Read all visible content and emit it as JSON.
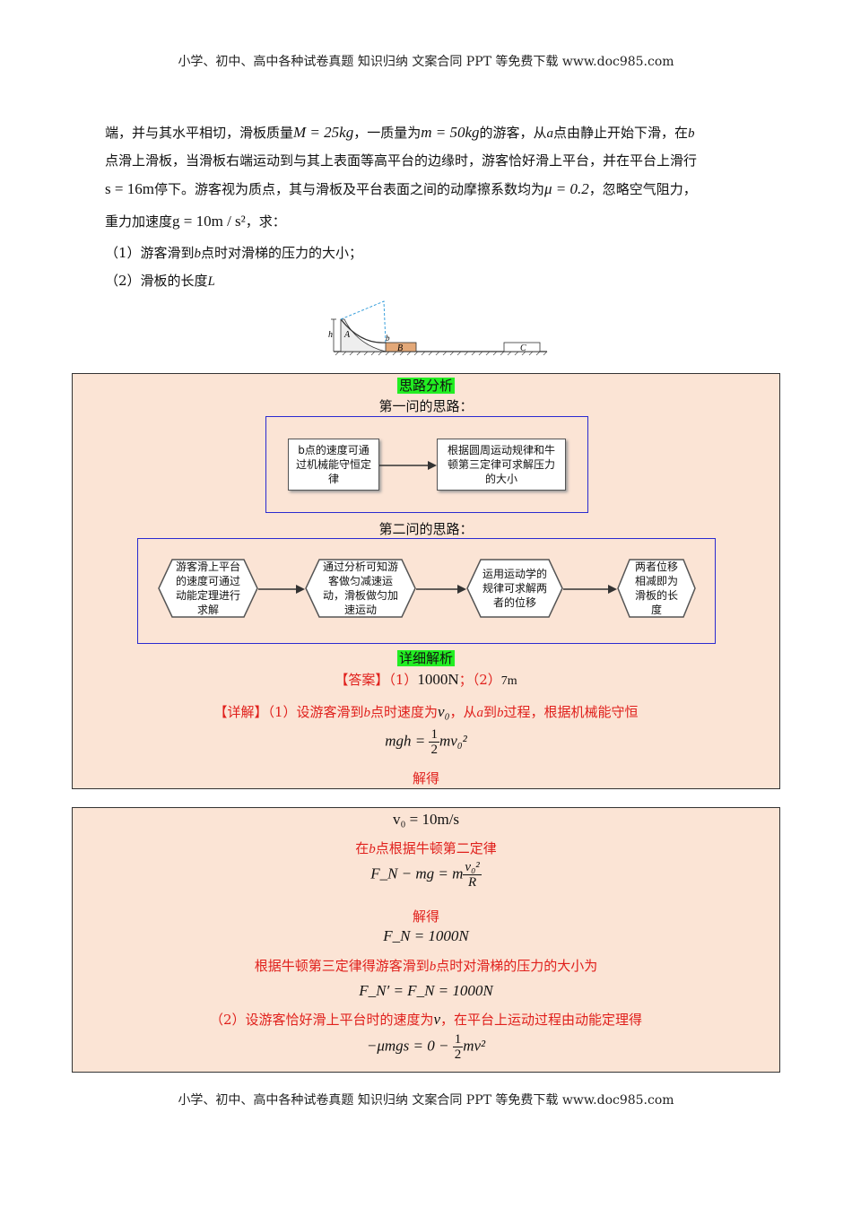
{
  "header_text": "小学、初中、高中各种试卷真题 知识归纳 文案合同 PPT 等免费下载   www.doc985.com",
  "footer_text": "小学、初中、高中各种试卷真题 知识归纳 文案合同 PPT 等免费下载   www.doc985.com",
  "problem": {
    "l1a": "端，并与其水平相切，滑板质量",
    "mass_M": "M = 25kg",
    "l1b": "，一质量为",
    "mass_m": "m = 50kg",
    "l1c": "的游客，从",
    "pt_a": "a",
    "l1d": "点由静止开始下滑，在",
    "pt_b": "b",
    "l2": "点滑上滑板，当滑板右端运动到与其上表面等高平台的边缘时，游客恰好滑上平台，并在平台上滑行",
    "dist_s": "s = 16m",
    "l3a": "停下。游客视为质点，其与滑板及平台表面之间的动摩擦系数均为",
    "mu": "μ = 0.2",
    "l3b": "，忽略空气阻力，",
    "l4a": "重力加速度",
    "grav": "g = 10m / s²",
    "l4b": "，求：",
    "q1a": "（1）游客滑到",
    "q1b": "点时对滑梯的压力的大小；",
    "q2a": "（2）滑板的长度",
    "q2var": "L"
  },
  "figure": {
    "label_h": "h",
    "label_A": "A",
    "label_b": "b",
    "label_B": "B",
    "label_C": "C"
  },
  "analysis": {
    "title": "思路分析",
    "q1_heading": "第一问的思路：",
    "q1_box1": "b点的速度可通过机械能守恒定律",
    "q1_box2": "根据圆周运动规律和牛顿第三定律可求解压力的大小",
    "q2_heading": "第二问的思路：",
    "q2_box1": "游客滑上平台的速度可通过动能定理进行求解",
    "q2_box2": "通过分析可知游客做匀减速运动，滑板做匀加速运动",
    "q2_box3": "运用运动学的规律可求解两者的位移",
    "q2_box4": "两者位移相减即为滑板的长度"
  },
  "solution": {
    "title": "详细解析",
    "answer_label": "【答案】",
    "answer_1_label": "（1）",
    "answer_1": "1000N",
    "answer_sep": "；",
    "answer_2_label": "（2）",
    "answer_2": "7m",
    "detail_label": "【详解】",
    "detail_a": "（1）设游客滑到",
    "detail_b": "点时速度为",
    "v0": "v₀",
    "detail_c": "，从",
    "detail_d": "到",
    "detail_e": "过程，根据机械能守恒",
    "eq1_lhs": "mgh = ",
    "eq1_rhs": "mv₀²",
    "frac_num": "1",
    "frac_den": "2",
    "solve1": "解得",
    "eq2": "v₀ = 10m/s",
    "line_newton_a": "在",
    "line_newton_b": "点根据牛顿第二定律",
    "eq3_lhs": "F_N − mg = m",
    "eq3_num": "v₀²",
    "eq3_den": "R",
    "solve2": "解得",
    "eq4": "F_N = 1000N",
    "line_third_a": "根据牛顿第三定律得游客滑到",
    "line_third_b": "点时对滑梯的压力的大小为",
    "eq5": "F_N′ = F_N = 1000N",
    "line_q2_a": "（2）设游客恰好滑上平台时的速度为",
    "v": "v",
    "line_q2_b": "，在平台上运动过程由动能定理得",
    "eq6_lhs": "−μmgs = 0 − ",
    "eq6_rhs": "mv²"
  }
}
